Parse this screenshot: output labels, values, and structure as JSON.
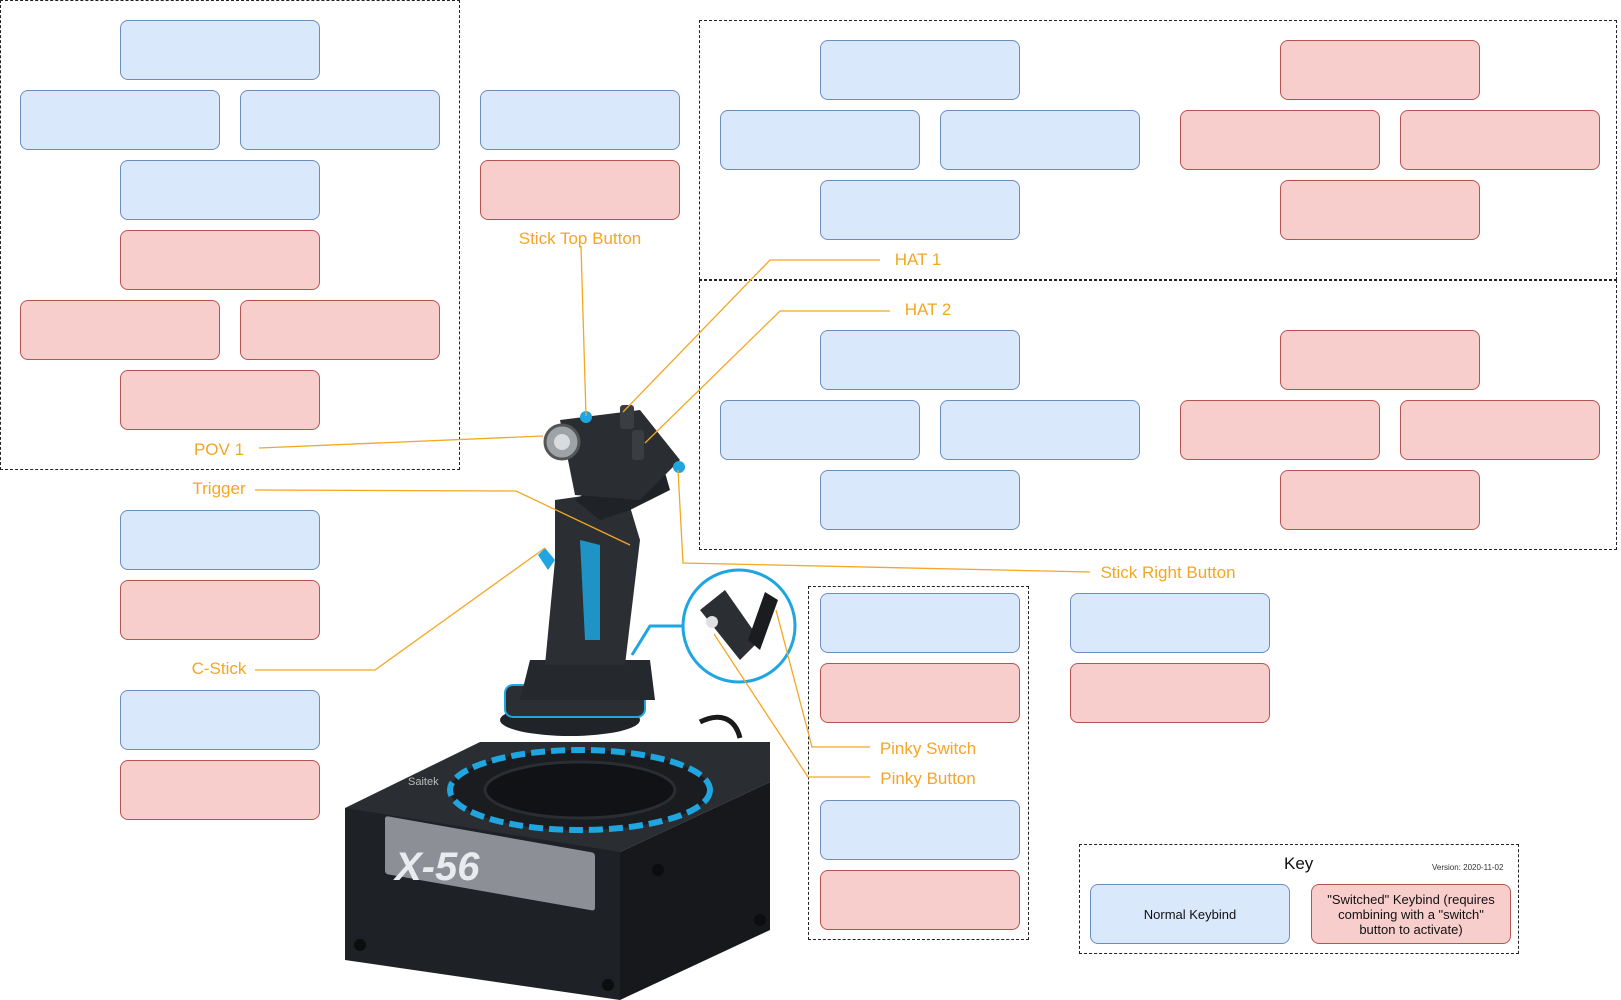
{
  "labels": {
    "pov1": "POV 1",
    "stick_top_button": "Stick Top Button",
    "hat1": "HAT 1",
    "hat2": "HAT 2",
    "trigger": "Trigger",
    "c_stick": "C-Stick",
    "stick_right_button": "Stick Right Button",
    "pinky_switch": "Pinky Switch",
    "pinky_button": "Pinky Button"
  },
  "key": {
    "title": "Key",
    "version": "Version: 2020-11-02",
    "normal": "Normal Keybind",
    "switched": "\"Switched\" Keybind (requires combining with a \"switch\" button to activate)"
  },
  "joystick": {
    "brand": "Saitek",
    "model": "X-56"
  },
  "colors": {
    "normal_fill": "#dae8fc",
    "normal_border": "#6c8ebf",
    "switched_fill": "#f8cecc",
    "switched_border": "#b85450",
    "label": "#f5a623",
    "accent": "#1fa5e0"
  }
}
